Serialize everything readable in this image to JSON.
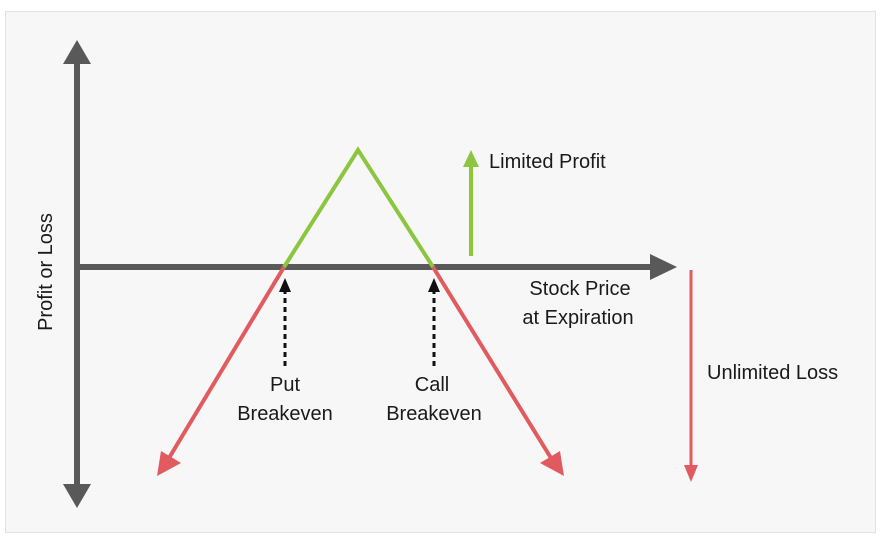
{
  "labels": {
    "y_axis": "Profit or Loss",
    "x_axis_line1": "Stock Price",
    "x_axis_line2": "at Expiration",
    "limited_profit": "Limited Profit",
    "unlimited_loss": "Unlimited Loss",
    "put_line1": "Put",
    "put_line2": "Breakeven",
    "call_line1": "Call",
    "call_line2": "Breakeven"
  },
  "colors": {
    "axis": "#595959",
    "profit": "#8cc63f",
    "loss": "#e05a5f",
    "dotted": "#111111",
    "text": "#1a1a1a"
  }
}
